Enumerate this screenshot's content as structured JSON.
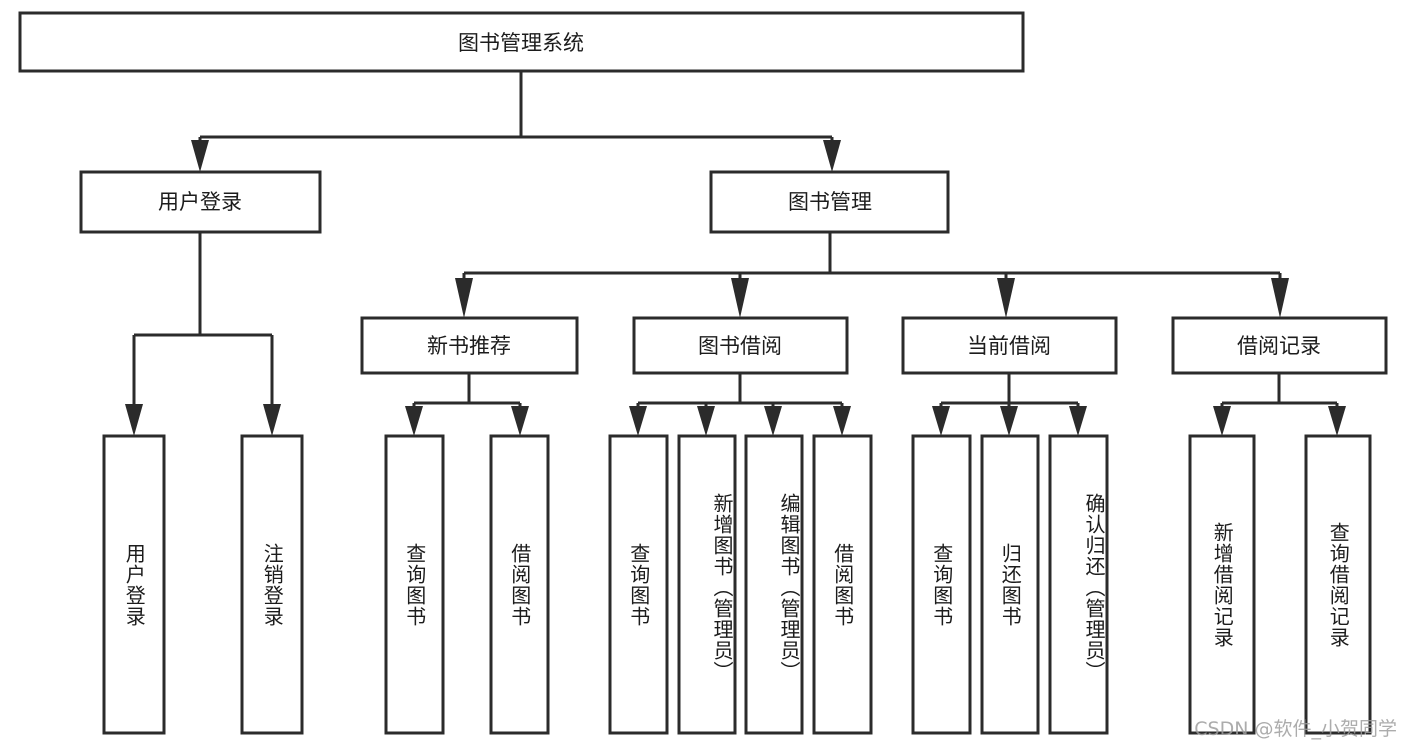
{
  "diagram": {
    "type": "tree",
    "title": "图书管理系统",
    "orientation": "top-down",
    "colors": {
      "box_stroke": "#2b2b2b",
      "box_fill": "#ffffff",
      "connector": "#2b2b2b",
      "text": "#1c1c1c",
      "watermark": "#9e9e9e",
      "background": "#ffffff"
    },
    "root": {
      "id": "root",
      "label": "图书管理系统"
    },
    "level2": [
      {
        "id": "user-login",
        "label": "用户登录"
      },
      {
        "id": "book-management",
        "label": "图书管理"
      }
    ],
    "level3": [
      {
        "id": "new-book-recommend",
        "label": "新书推荐",
        "parent": "book-management"
      },
      {
        "id": "book-borrow",
        "label": "图书借阅",
        "parent": "book-management"
      },
      {
        "id": "current-borrow",
        "label": "当前借阅",
        "parent": "book-management"
      },
      {
        "id": "borrow-record",
        "label": "借阅记录",
        "parent": "book-management"
      }
    ],
    "leaves": [
      {
        "id": "leaf-user-login",
        "label": "用户登录",
        "parent": "user-login"
      },
      {
        "id": "leaf-user-logout",
        "label": "注销登录",
        "parent": "user-login"
      },
      {
        "id": "leaf-query-book-1",
        "label": "查询图书",
        "parent": "new-book-recommend"
      },
      {
        "id": "leaf-borrow-book-1",
        "label": "借阅图书",
        "parent": "new-book-recommend"
      },
      {
        "id": "leaf-query-book-2",
        "label": "查询图书",
        "parent": "book-borrow"
      },
      {
        "id": "leaf-add-book",
        "label": "新增图书（管理员）",
        "parent": "book-borrow"
      },
      {
        "id": "leaf-edit-book",
        "label": "编辑图书（管理员）",
        "parent": "book-borrow"
      },
      {
        "id": "leaf-borrow-book-2",
        "label": "借阅图书",
        "parent": "book-borrow"
      },
      {
        "id": "leaf-query-book-3",
        "label": "查询图书",
        "parent": "current-borrow"
      },
      {
        "id": "leaf-return-book",
        "label": "归还图书",
        "parent": "current-borrow"
      },
      {
        "id": "leaf-confirm-return",
        "label": "确认归还（管理员）",
        "parent": "current-borrow"
      },
      {
        "id": "leaf-add-record",
        "label": "新增借阅记录",
        "parent": "borrow-record"
      },
      {
        "id": "leaf-query-record",
        "label": "查询借阅记录",
        "parent": "borrow-record"
      }
    ]
  },
  "watermark": {
    "text": "CSDN @软件_小贺同学"
  }
}
